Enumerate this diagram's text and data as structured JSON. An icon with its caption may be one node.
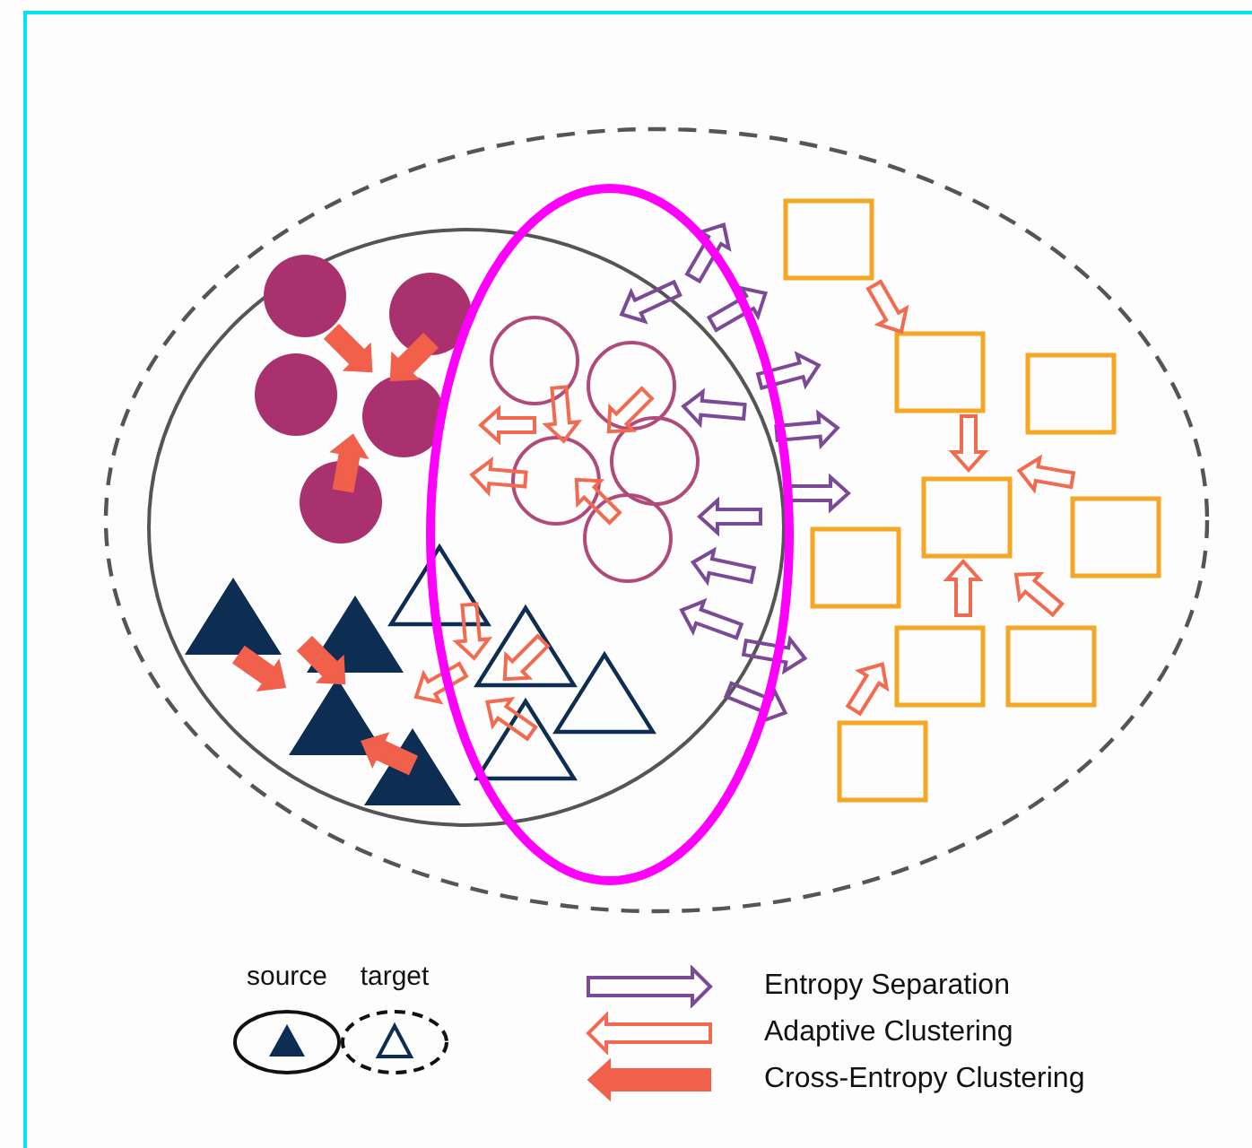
{
  "diagram": {
    "legend": [
      {
        "text": "source"
      },
      {
        "text": "target"
      },
      {
        "text": "Entropy Separation"
      },
      {
        "text": "Adaptive Clustering"
      },
      {
        "text": "Cross-Entropy Clustering"
      }
    ]
  }
}
